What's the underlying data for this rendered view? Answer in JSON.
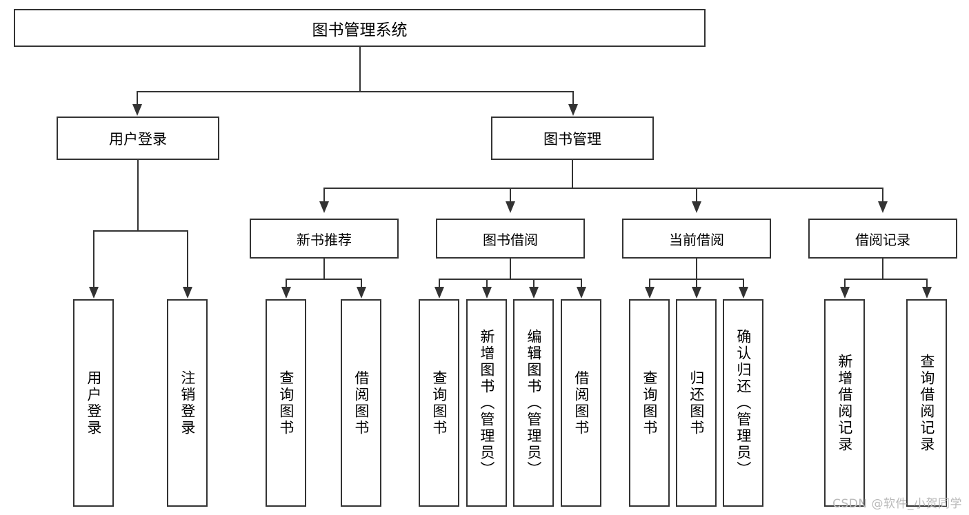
{
  "diagram": {
    "title": "图书管理系统",
    "watermark": "CSDN @软件_小贺同学",
    "line_color": "#333333",
    "box_fill": "#ffffff",
    "text_color": "#000000",
    "watermark_color": "#b9b9b9"
  },
  "root": {
    "label": "图书管理系统"
  },
  "level1": [
    {
      "label": "用户登录"
    },
    {
      "label": "图书管理"
    }
  ],
  "level2": [
    {
      "label": "新书推荐"
    },
    {
      "label": "图书借阅"
    },
    {
      "label": "当前借阅"
    },
    {
      "label": "借阅记录"
    }
  ],
  "leaves": {
    "user_login": [
      {
        "label": "用户登录"
      },
      {
        "label": "注销登录"
      }
    ],
    "new_book": [
      {
        "label": "查询图书"
      },
      {
        "label": "借阅图书"
      }
    ],
    "book_borrow": [
      {
        "label": "查询图书"
      },
      {
        "label": "新增图书（管理员）"
      },
      {
        "label": "编辑图书（管理员）"
      },
      {
        "label": "借阅图书"
      }
    ],
    "current_borrow": [
      {
        "label": "查询图书"
      },
      {
        "label": "归还图书"
      },
      {
        "label": "确认归还（管理员）"
      }
    ],
    "borrow_record": [
      {
        "label": "新增借阅记录"
      },
      {
        "label": "查询借阅记录"
      }
    ]
  }
}
